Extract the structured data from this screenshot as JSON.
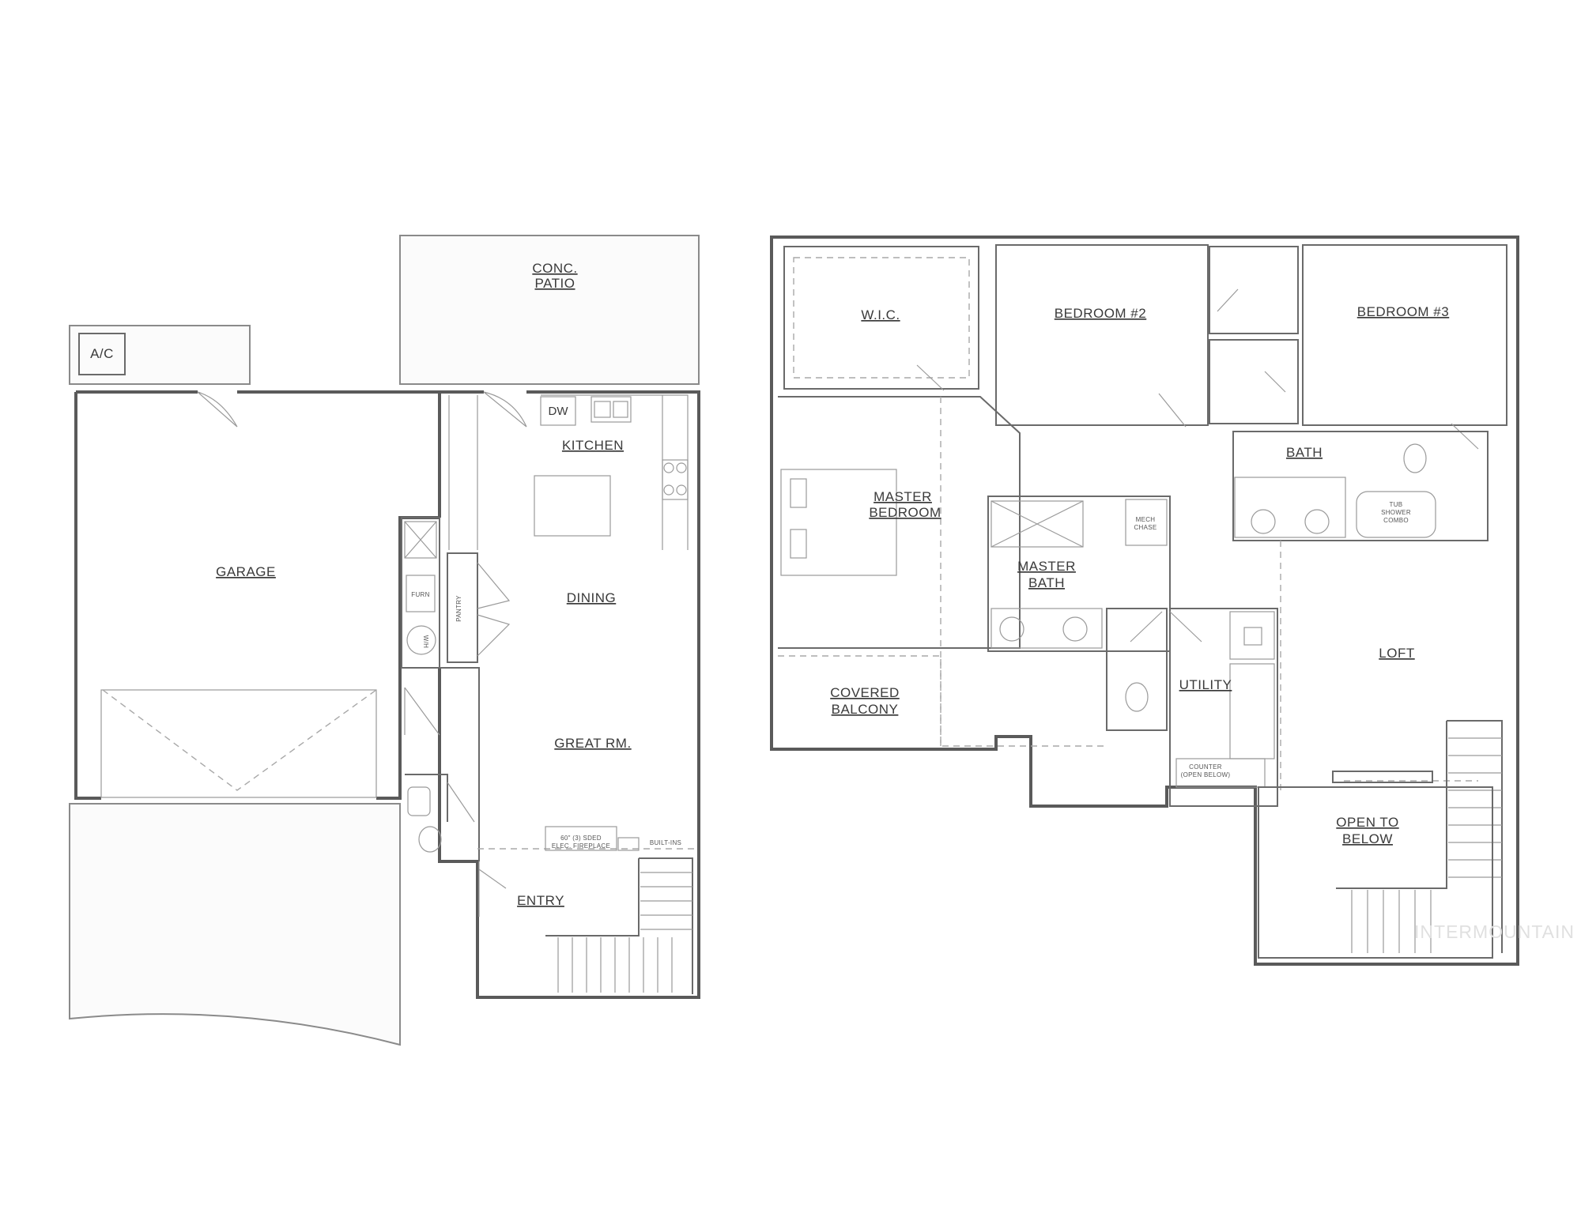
{
  "first_floor": {
    "rooms": {
      "conc_patio": [
        "CONC.",
        "PATIO"
      ],
      "ac": "A/C",
      "garage": "GARAGE",
      "kitchen": "KITCHEN",
      "dining": "DINING",
      "great_room": "GREAT RM.",
      "entry": "ENTRY"
    },
    "fixtures": {
      "dishwasher": "DW",
      "pantry": "PANTRY",
      "furnace": "FURN",
      "water_heater": "W/H",
      "fireplace": [
        "60\" (3) SDED",
        "ELEC. FIREPLACE"
      ],
      "built_ins": "BUILT-INS"
    }
  },
  "second_floor": {
    "rooms": {
      "wic": "W.I.C.",
      "bedroom2": "BEDROOM #2",
      "bedroom3": "BEDROOM #3",
      "bath": "BATH",
      "master_bedroom": [
        "MASTER",
        "BEDROOM"
      ],
      "master_bath": [
        "MASTER",
        "BATH"
      ],
      "covered_balcony": [
        "COVERED",
        "BALCONY"
      ],
      "utility": "UTILITY",
      "loft": "LOFT",
      "open_to_below": [
        "OPEN TO",
        "BELOW"
      ]
    },
    "fixtures": {
      "mech_chase": [
        "MECH",
        "CHASE"
      ],
      "tub_shower": [
        "TUB",
        "SHOWER",
        "COMBO"
      ],
      "counter": [
        "COUNTER",
        "(OPEN BELOW)"
      ]
    }
  },
  "watermark": "INTERMOUNTAIN"
}
